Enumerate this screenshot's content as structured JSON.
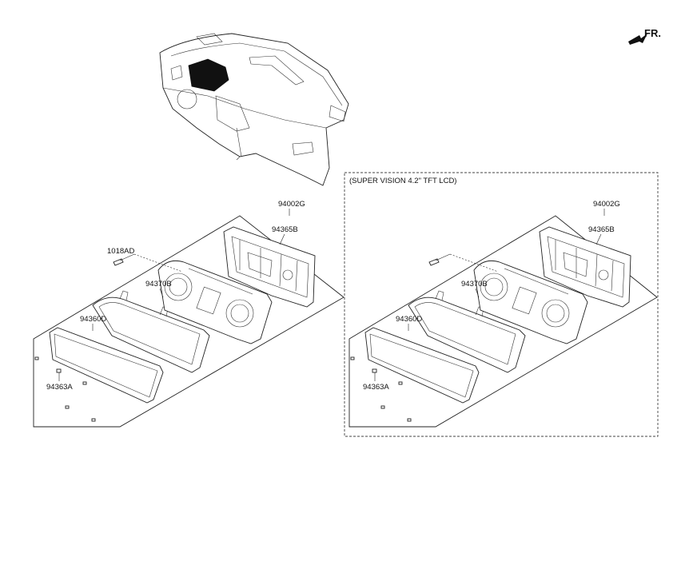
{
  "direction_label": "FR.",
  "variant_box_title": "(SUPER VISION 4.2\" TFT LCD)",
  "assemblies": [
    {
      "id": "standard",
      "labels": {
        "assembly": "94002G",
        "rear_case": "94365B",
        "screw": "1018AD",
        "printed_circuit_board": "94370B",
        "window_glass": "94360D",
        "clip": "94363A"
      }
    },
    {
      "id": "super-vision",
      "labels": {
        "assembly": "94002G",
        "rear_case": "94365B",
        "printed_circuit_board": "94370B",
        "window_glass": "94360D",
        "clip": "94363A"
      }
    }
  ]
}
